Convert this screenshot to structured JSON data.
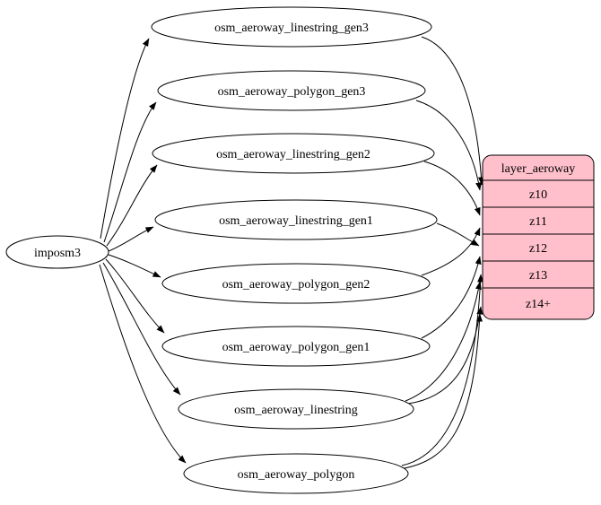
{
  "diagram": {
    "source_node": {
      "label": "imposm3"
    },
    "tables": [
      {
        "label": "osm_aeroway_linestring_gen3"
      },
      {
        "label": "osm_aeroway_polygon_gen3"
      },
      {
        "label": "osm_aeroway_linestring_gen2"
      },
      {
        "label": "osm_aeroway_linestring_gen1"
      },
      {
        "label": "osm_aeroway_polygon_gen2"
      },
      {
        "label": "osm_aeroway_polygon_gen1"
      },
      {
        "label": "osm_aeroway_linestring"
      },
      {
        "label": "osm_aeroway_polygon"
      }
    ],
    "layer": {
      "title": "layer_aeroway",
      "rows": [
        "z10",
        "z11",
        "z12",
        "z13",
        "z14+"
      ]
    },
    "edges": [
      {
        "from": "imposm3",
        "to": "osm_aeroway_linestring_gen3"
      },
      {
        "from": "imposm3",
        "to": "osm_aeroway_polygon_gen3"
      },
      {
        "from": "imposm3",
        "to": "osm_aeroway_linestring_gen2"
      },
      {
        "from": "imposm3",
        "to": "osm_aeroway_linestring_gen1"
      },
      {
        "from": "imposm3",
        "to": "osm_aeroway_polygon_gen2"
      },
      {
        "from": "imposm3",
        "to": "osm_aeroway_polygon_gen1"
      },
      {
        "from": "imposm3",
        "to": "osm_aeroway_linestring"
      },
      {
        "from": "imposm3",
        "to": "osm_aeroway_polygon"
      },
      {
        "from": "osm_aeroway_linestring_gen3",
        "to": "z10"
      },
      {
        "from": "osm_aeroway_polygon_gen3",
        "to": "z10"
      },
      {
        "from": "osm_aeroway_linestring_gen2",
        "to": "z11"
      },
      {
        "from": "osm_aeroway_polygon_gen2",
        "to": "z11"
      },
      {
        "from": "osm_aeroway_linestring_gen1",
        "to": "z12"
      },
      {
        "from": "osm_aeroway_polygon_gen1",
        "to": "z12"
      },
      {
        "from": "osm_aeroway_linestring",
        "to": "z13"
      },
      {
        "from": "osm_aeroway_linestring",
        "to": "z14+"
      },
      {
        "from": "osm_aeroway_polygon",
        "to": "z13"
      },
      {
        "from": "osm_aeroway_polygon",
        "to": "z14+"
      }
    ],
    "colors": {
      "layer_fill": "#FFC0CB",
      "node_fill": "#FFFFFF",
      "stroke": "#000000",
      "background": "#FFFFFF"
    }
  }
}
